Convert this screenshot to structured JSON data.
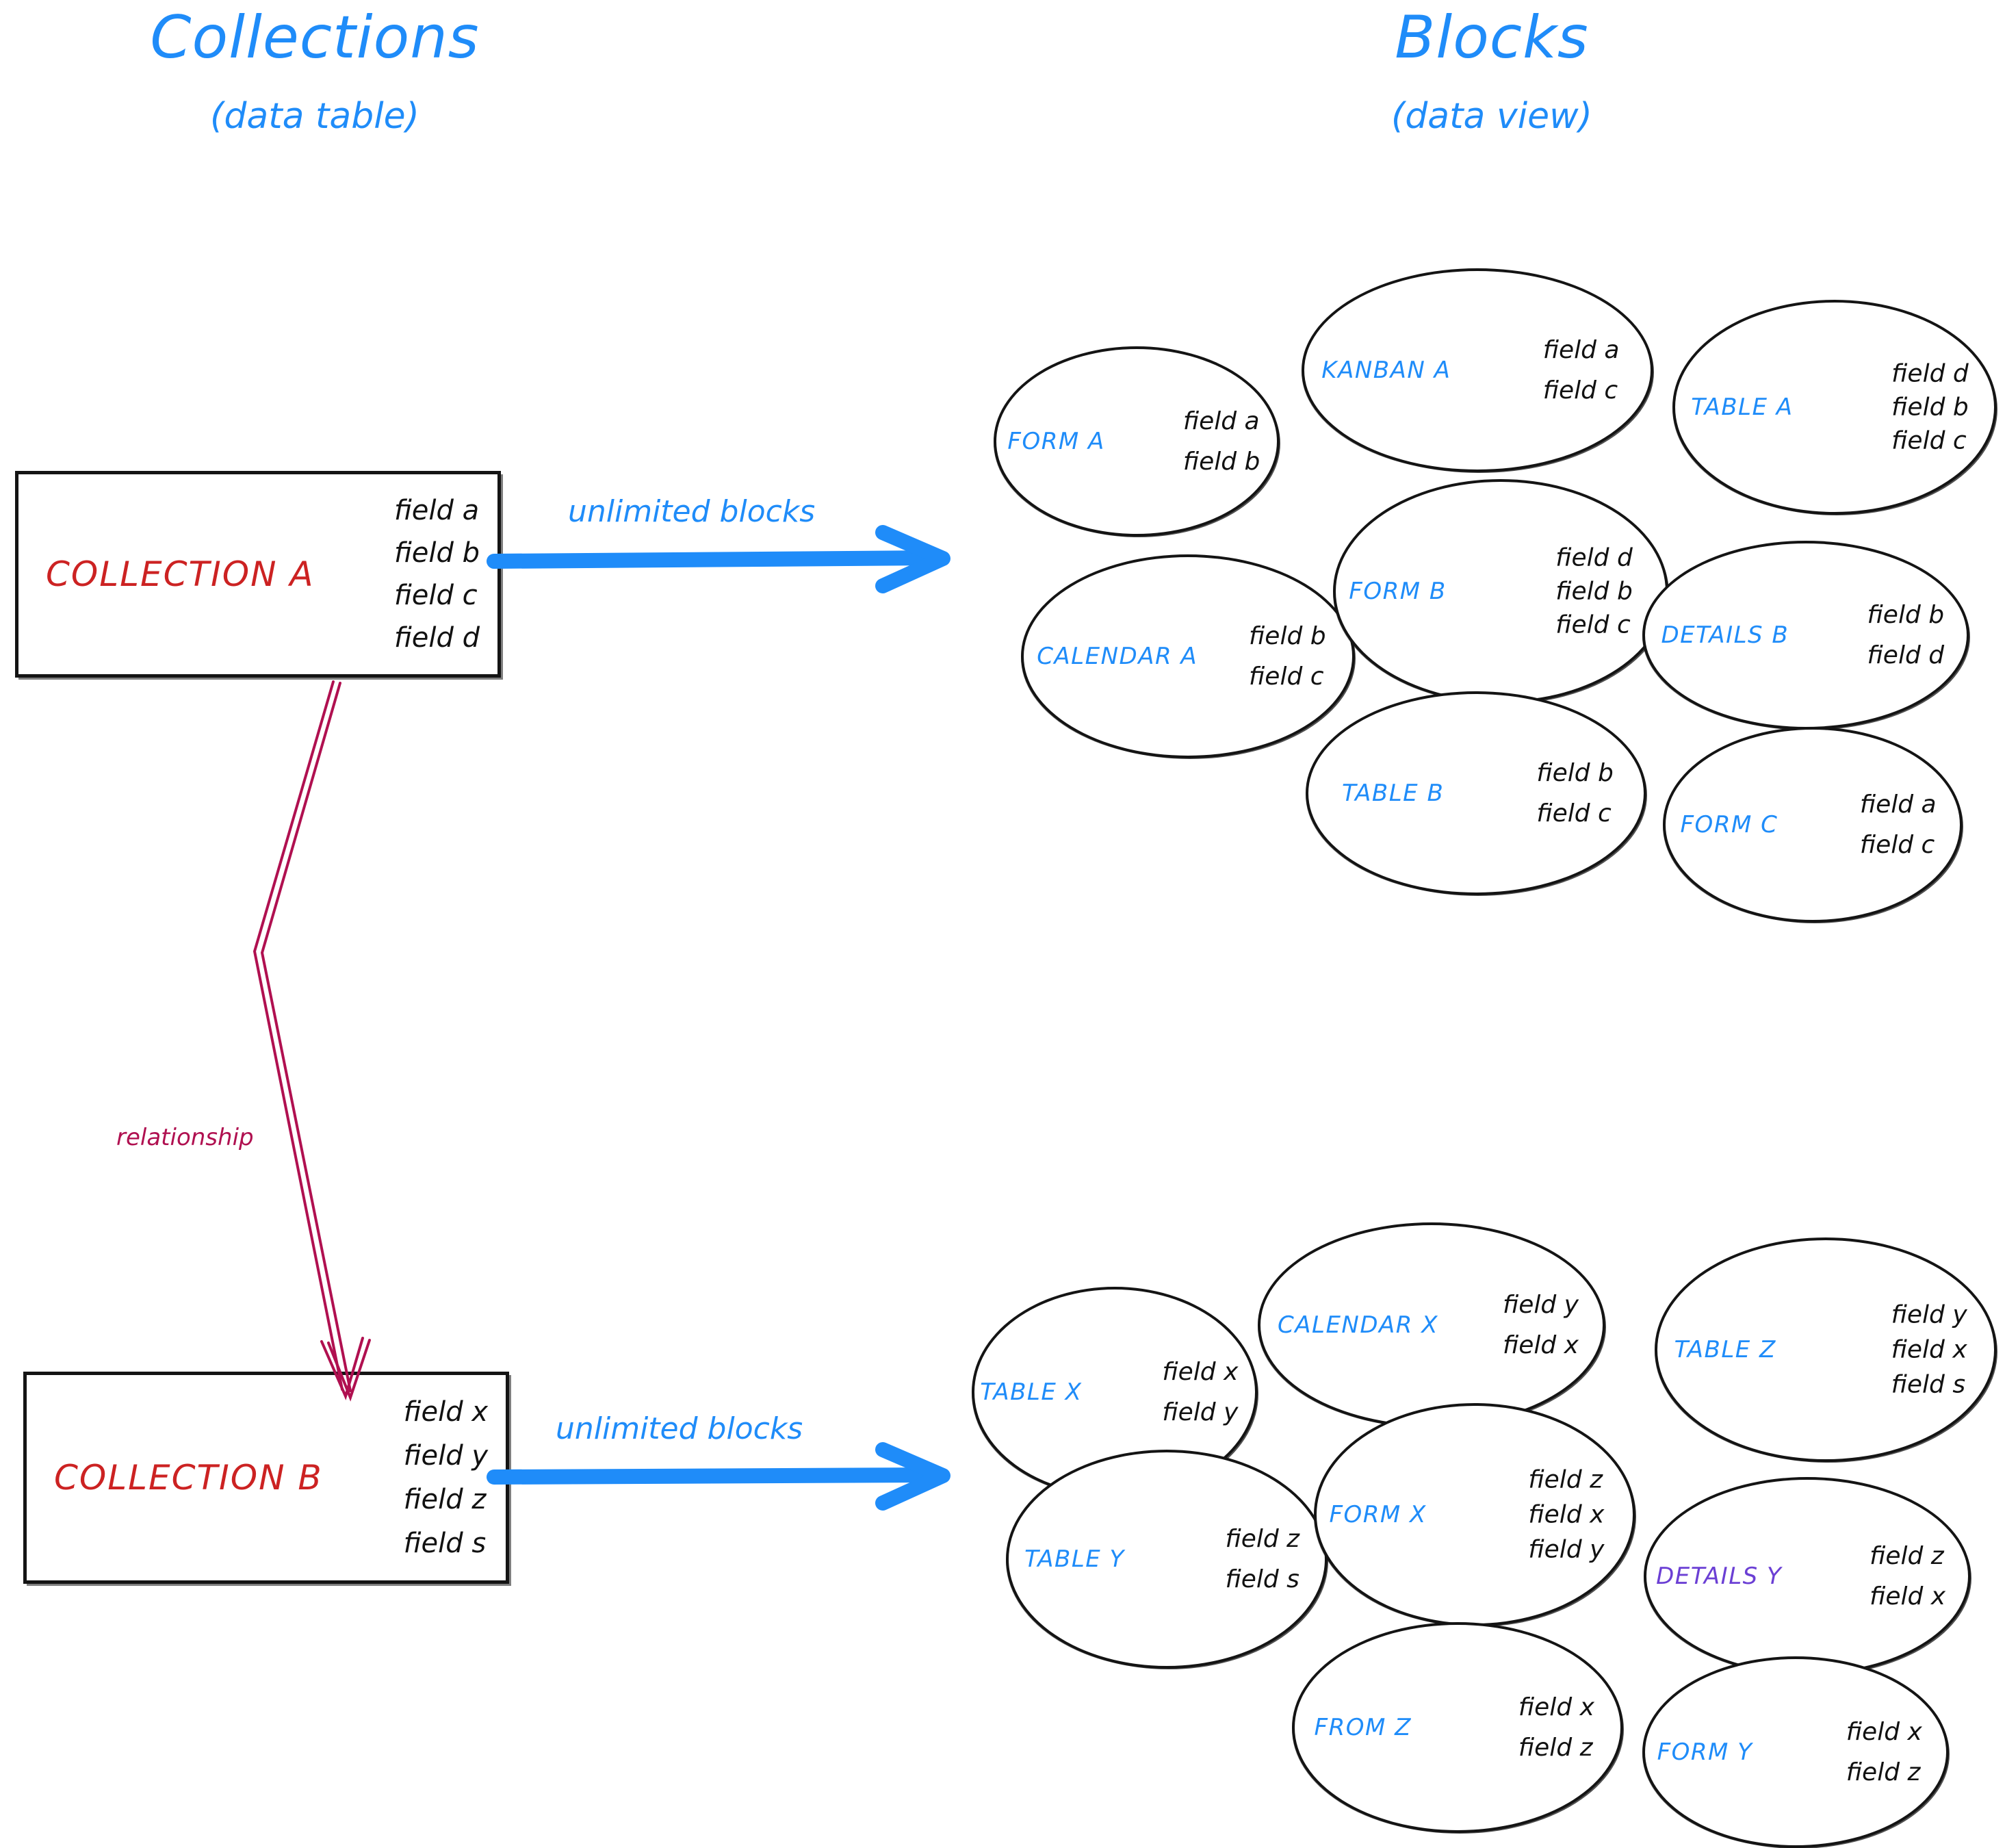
{
  "headers": {
    "left_title": "Collections",
    "left_subtitle": "(data table)",
    "right_title": "Blocks",
    "right_subtitle": "(data view)"
  },
  "colors": {
    "accent_blue": "#1f8cf9",
    "collection_red": "#cc2222",
    "relationship_red": "#b01050",
    "details_purple": "#6b3fd4",
    "stroke_black": "#141414"
  },
  "collections": [
    {
      "name": "COLLECTION A",
      "fields": [
        "field a",
        "field b",
        "field c",
        "field d"
      ],
      "arrow_label": "unlimited blocks"
    },
    {
      "name": "COLLECTION B",
      "fields": [
        "field x",
        "field y",
        "field z",
        "field s"
      ],
      "arrow_label": "unlimited blocks"
    }
  ],
  "relationship": {
    "label": "relationship"
  },
  "blocks_group_a": [
    {
      "label": "FORM A",
      "color": "#1f8cf9",
      "fields": [
        "field a",
        "field b"
      ]
    },
    {
      "label": "KANBAN A",
      "color": "#1f8cf9",
      "fields": [
        "field a",
        "field c"
      ]
    },
    {
      "label": "TABLE A",
      "color": "#1f8cf9",
      "fields": [
        "field d",
        "field b",
        "field c"
      ]
    },
    {
      "label": "CALENDAR A",
      "color": "#1f8cf9",
      "fields": [
        "field b",
        "field c"
      ]
    },
    {
      "label": "FORM B",
      "color": "#1f8cf9",
      "fields": [
        "field d",
        "field b",
        "field c"
      ]
    },
    {
      "label": "DETAILS B",
      "color": "#1f8cf9",
      "fields": [
        "field b",
        "field d"
      ]
    },
    {
      "label": "TABLE B",
      "color": "#1f8cf9",
      "fields": [
        "field b",
        "field c"
      ]
    },
    {
      "label": "FORM C",
      "color": "#1f8cf9",
      "fields": [
        "field a",
        "field c"
      ]
    }
  ],
  "blocks_group_b": [
    {
      "label": "TABLE X",
      "color": "#1f8cf9",
      "fields": [
        "field x",
        "field y"
      ]
    },
    {
      "label": "CALENDAR X",
      "color": "#1f8cf9",
      "fields": [
        "field y",
        "field x"
      ]
    },
    {
      "label": "TABLE Z",
      "color": "#1f8cf9",
      "fields": [
        "field y",
        "field x",
        "field s"
      ]
    },
    {
      "label": "TABLE Y",
      "color": "#1f8cf9",
      "fields": [
        "field z",
        "field s"
      ]
    },
    {
      "label": "FORM X",
      "color": "#1f8cf9",
      "fields": [
        "field z",
        "field x",
        "field y"
      ]
    },
    {
      "label": "DETAILS Y",
      "color": "#6b3fd4",
      "fields": [
        "field z",
        "field x"
      ]
    },
    {
      "label": "FROM Z",
      "color": "#1f8cf9",
      "fields": [
        "field x",
        "field z"
      ]
    },
    {
      "label": "FORM Y",
      "color": "#1f8cf9",
      "fields": [
        "field x",
        "field z"
      ]
    }
  ]
}
